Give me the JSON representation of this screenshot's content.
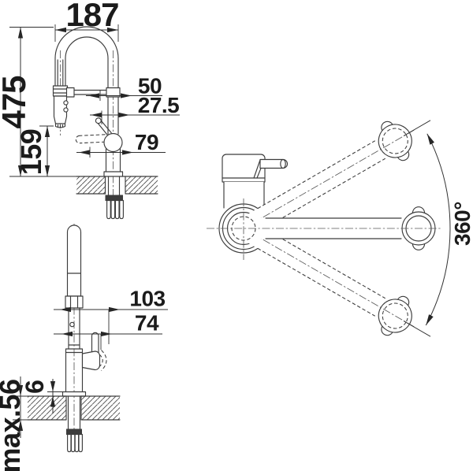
{
  "drawing": {
    "type": "technical-installation-drawing",
    "subject": "kitchen mixer tap with flexible spray hose",
    "colors": {
      "background": "#ffffff",
      "line": "#3c3c3c",
      "text": "#1b1b1b",
      "hatch": "#4a4a4a"
    },
    "views": {
      "front": {
        "name": "front elevation",
        "dimensions": {
          "spout_width": "187",
          "total_height": "475",
          "outlet_height": "159",
          "arm_offset": "50",
          "handle_offset": "27.5",
          "body_offset": "79"
        }
      },
      "side": {
        "name": "side elevation",
        "dimensions": {
          "handle_reach": "103",
          "body_reach": "74",
          "base_plate_thickness": "6",
          "max_counter_thickness": "max.56"
        }
      },
      "top": {
        "name": "plan view swivel range",
        "dimensions": {
          "swivel_range": "360°"
        }
      }
    }
  }
}
